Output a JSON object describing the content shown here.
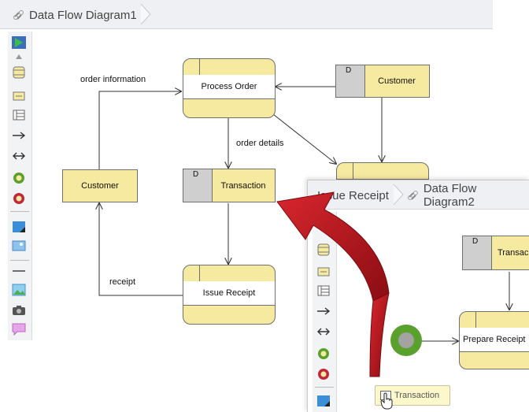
{
  "window1": {
    "breadcrumb": "Data Flow Diagram1",
    "diagram": {
      "process_order": "Process Order",
      "customer_store_id": "D",
      "customer_store_label": "Customer",
      "customer_entity": "Customer",
      "transaction_store_id": "D",
      "transaction_store_label": "Transaction",
      "issue_receipt": "Issue Receipt",
      "flow_order_information": "order information",
      "flow_order_details": "order details",
      "flow_receipt": "receipt"
    }
  },
  "window2": {
    "breadcrumb_1": "Issue Receipt",
    "breadcrumb_2": "Data Flow Diagram2",
    "diagram": {
      "transaction_store_id": "D",
      "transaction_store_label": "Transac",
      "prepare_receipt": "Prepare Receipt"
    }
  },
  "drag_preview": {
    "label": "Transaction"
  },
  "colors": {
    "process_fill": "#f6e9a0",
    "store_id_fill": "#cfcfcf",
    "arrow_red": "#b3121a",
    "connector_green": "#5aa02c"
  }
}
